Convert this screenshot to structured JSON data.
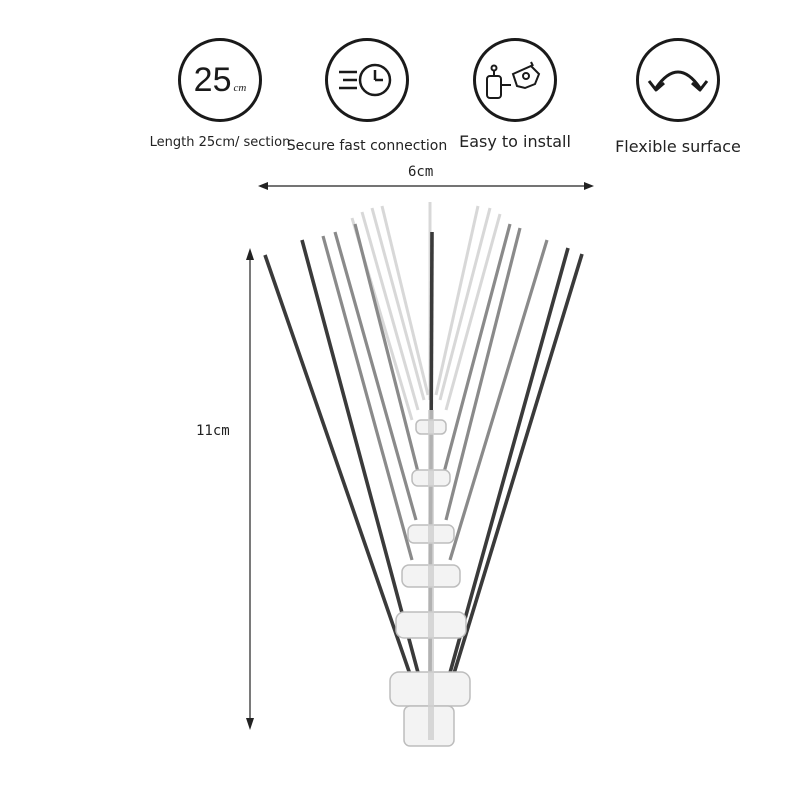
{
  "features": [
    {
      "icon": "ruler-25cm-icon",
      "number": "25",
      "unit": "cm",
      "label": "Length 25cm/ section"
    },
    {
      "icon": "fast-clock-icon",
      "label": "Secure fast connection"
    },
    {
      "icon": "connector-parts-icon",
      "label": "Easy to install"
    },
    {
      "icon": "flex-arrow-icon",
      "label": "Flexible surface"
    }
  ],
  "dimensions": {
    "width": "6cm",
    "height": "11cm"
  }
}
